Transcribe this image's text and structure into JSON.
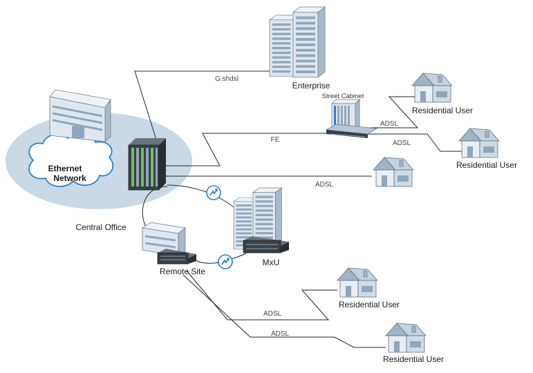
{
  "labels": {
    "enterprise": "Enterprise",
    "street_cabinet": "Street Cabinet",
    "ethernet_network_line1": "Ethernet",
    "ethernet_network_line2": "Network",
    "central_office": "Central Office",
    "remote_site": "Remote Site",
    "mxu": "MxU",
    "residential_user_1": "Residential User",
    "residential_user_2": "Residential User",
    "residential_user_3": "Residential User",
    "residential_user_4": "Residential User",
    "residential_user_5": "Residential User"
  },
  "links": {
    "gshdsl": "G.shdsl",
    "fe": "FE",
    "adsl_cabinet_1": "ADSL",
    "adsl_cabinet_2": "ADSL",
    "adsl_central": "ADSL",
    "adsl_remote_1": "ADSL",
    "adsl_remote_2": "ADSL"
  },
  "colors": {
    "ellipse_fill": "#c9d9e6",
    "building_face": "#dfe7ee",
    "building_dark": "#a9b9c8",
    "window": "#8fa7bd",
    "house_roof": "#9fb5c7",
    "house_wall": "#e8eef3",
    "rack_dark": "#3a3f45",
    "led_green": "#6fbf63",
    "wireless_blue": "#2a7fc8"
  }
}
